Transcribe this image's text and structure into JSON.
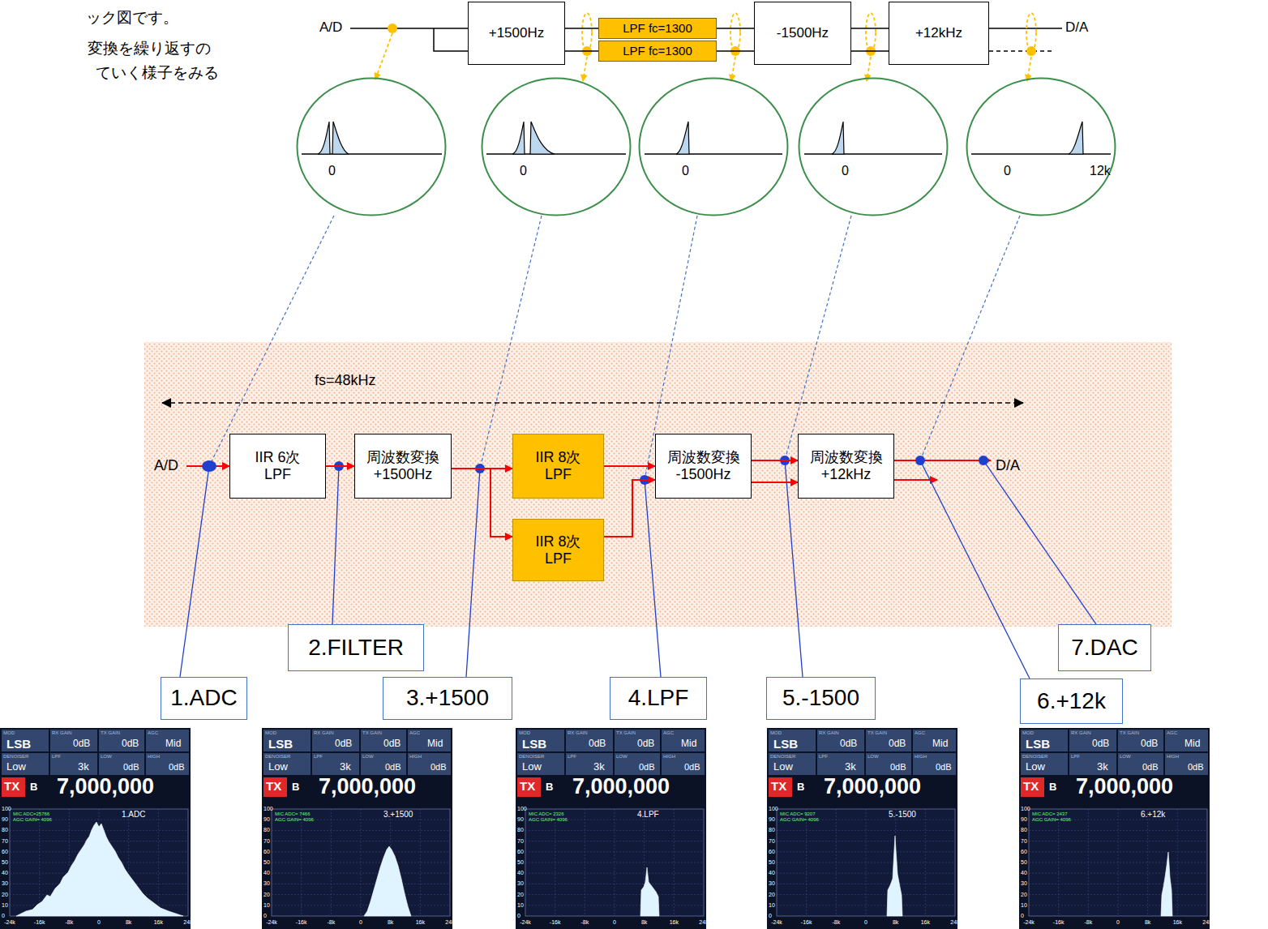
{
  "diagram": {
    "nodes": [
      {
        "text": [
          "+1500Hz"
        ]
      },
      {
        "text": [
          "LPF fc=1300"
        ]
      },
      {
        "text": [
          "LPF fc=1300"
        ]
      },
      {
        "text": [
          "-1500Hz"
        ]
      },
      {
        "text": [
          "+12kHz"
        ]
      },
      {
        "text": [
          "0"
        ]
      },
      {
        "text": [
          "0"
        ]
      },
      {
        "text": [
          "0"
        ]
      },
      {
        "text": [
          "0"
        ]
      },
      {
        "text": [
          "0",
          "12k"
        ]
      },
      {
        "text": [
          "fs=48kHz"
        ]
      },
      {
        "text": [
          "IIR 6次 LPF"
        ],
        "in": 10
      },
      {
        "text": [
          "周波数変換 +1500Hz"
        ],
        "in": 10
      },
      {
        "text": [
          "IIR 8次 LPF"
        ],
        "in": 10
      },
      {
        "text": [
          "IIR 8次 LPF"
        ],
        "in": 10
      },
      {
        "text": [
          "周波数変換 -1500Hz"
        ],
        "in": 10
      },
      {
        "text": [
          "周波数変換 +12kHz"
        ],
        "in": 10
      },
      {
        "text": [
          "2.FILTER"
        ]
      },
      {
        "text": [
          "7.DAC"
        ]
      },
      {
        "text": [
          "1.ADC"
        ]
      },
      {
        "text": [
          "3.+1500"
        ]
      },
      {
        "text": [
          "4.LPF"
        ]
      },
      {
        "text": [
          "5.-1500"
        ]
      },
      {
        "text": [
          "6.+12k"
        ]
      }
    ],
    "edges": [
      {
        "from": 0,
        "to": 1,
        "arrow": "none"
      },
      {
        "from": 0,
        "to": 2,
        "arrow": "none"
      },
      {
        "from": 1,
        "to": 3,
        "arrow": "none"
      },
      {
        "from": 2,
        "to": 3,
        "arrow": "none"
      },
      {
        "from": 3,
        "to": 4,
        "arrow": "none"
      },
      {
        "from": 3,
        "to": 4,
        "arrow": "none"
      },
      {
        "from": 11,
        "to": 12,
        "arrow": "to"
      },
      {
        "from": 12,
        "to": 13,
        "arrow": "to"
      },
      {
        "from": 12,
        "to": 14,
        "arrow": "to"
      },
      {
        "from": 13,
        "to": 15,
        "arrow": "to"
      },
      {
        "from": 14,
        "to": 15,
        "arrow": "to"
      },
      {
        "from": 15,
        "to": 16,
        "arrow": "to"
      },
      {
        "from": 15,
        "to": 16,
        "arrow": "to"
      }
    ],
    "labels": [
      "ック図です。",
      "変換を繰り返すの",
      "ていく様子をみる",
      "A/D",
      "D/A",
      "A/D",
      "D/A",
      "MOD",
      "LSB",
      "RX GAIN",
      "0dB",
      "TX GAIN",
      "0dB",
      "AGC",
      "Mid",
      "DENOISER",
      "Low",
      "LPF",
      "3k",
      "LOW",
      "0dB",
      "HIGH",
      "0dB",
      "TX",
      "B",
      "7,000,000",
      "100",
      "90",
      "80",
      "70",
      "60",
      "50",
      "40",
      "30",
      "20",
      "10",
      "0",
      "-24k",
      "-16k",
      "-8k",
      "0",
      "8k",
      "16k",
      "24k",
      "MIC ADC=25766",
      "AGC GAIN= 4096",
      "1.ADC",
      "MOD",
      "LSB",
      "RX GAIN",
      "0dB",
      "TX GAIN",
      "0dB",
      "AGC",
      "Mid",
      "DENOISER",
      "Low",
      "LPF",
      "3k",
      "LOW",
      "0dB",
      "HIGH",
      "0dB",
      "TX",
      "B",
      "7,000,000",
      "100",
      "90",
      "80",
      "70",
      "60",
      "50",
      "40",
      "30",
      "20",
      "10",
      "0",
      "-24k",
      "-16k",
      "-8k",
      "0",
      "8k",
      "16k",
      "24k",
      "MIC ADC= 7466",
      "AGC GAIN= 4096",
      "3.+1500",
      "MOD",
      "LSB",
      "RX GAIN",
      "0dB",
      "TX GAIN",
      "0dB",
      "AGC",
      "Mid",
      "DENOISER",
      "Low",
      "LPF",
      "3k",
      "LOW",
      "0dB",
      "HIGH",
      "0dB",
      "TX",
      "B",
      "7,000,000",
      "100",
      "90",
      "80",
      "70",
      "60",
      "50",
      "40",
      "30",
      "20",
      "10",
      "0",
      "-24k",
      "-16k",
      "-8k",
      "0",
      "8k",
      "16k",
      "24k",
      "MIC ADC= 2326",
      "AGC GAIN= 4096",
      "4.LPF",
      "MOD",
      "LSB",
      "RX GAIN",
      "0dB",
      "TX GAIN",
      "0dB",
      "AGC",
      "Mid",
      "DENOISER",
      "Low",
      "LPF",
      "3k",
      "LOW",
      "0dB",
      "HIGH",
      "0dB",
      "TX",
      "B",
      "7,000,000",
      "100",
      "90",
      "80",
      "70",
      "60",
      "50",
      "40",
      "30",
      "20",
      "10",
      "0",
      "-24k",
      "-16k",
      "-8k",
      "0",
      "8k",
      "16k",
      "24k",
      "MIC ADC= 9207",
      "AGC GAIN= 4096",
      "5.-1500",
      "MOD",
      "LSB",
      "RX GAIN",
      "0dB",
      "TX GAIN",
      "0dB",
      "AGC",
      "Mid",
      "DENOISER",
      "Low",
      "LPF",
      "3k",
      "LOW",
      "0dB",
      "HIGH",
      "0dB",
      "TX",
      "B",
      "7,000,000",
      "100",
      "90",
      "80",
      "70",
      "60",
      "50",
      "40",
      "30",
      "20",
      "10",
      "0",
      "-24k",
      "-16k",
      "-8k",
      "0",
      "8k",
      "16k",
      "24k",
      "MIC ADC= 2437",
      "AGC GAIN= 4096",
      "6.+12k"
    ]
  }
}
